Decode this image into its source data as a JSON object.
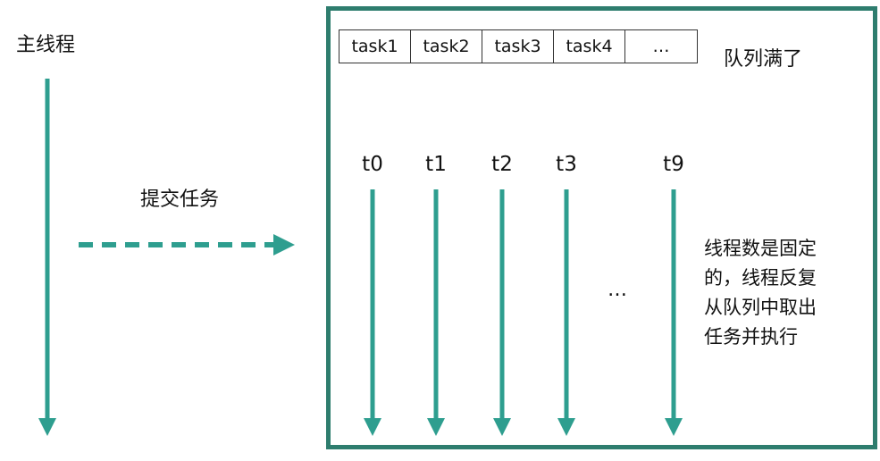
{
  "main_thread_label": "主线程",
  "submit_label": "提交任务",
  "queue": {
    "cells": [
      "task1",
      "task2",
      "task3",
      "task4",
      "…"
    ],
    "full_label": "队列满了"
  },
  "threads": [
    "t0",
    "t1",
    "t2",
    "t3",
    "t9"
  ],
  "threads_ellipsis": "…",
  "explanation_lines": [
    "线程数是固定",
    "的，线程反复",
    "从队列中取出",
    "任务并执行"
  ],
  "colors": {
    "accent": "#2e9e8f",
    "border": "#2e7d6e"
  }
}
